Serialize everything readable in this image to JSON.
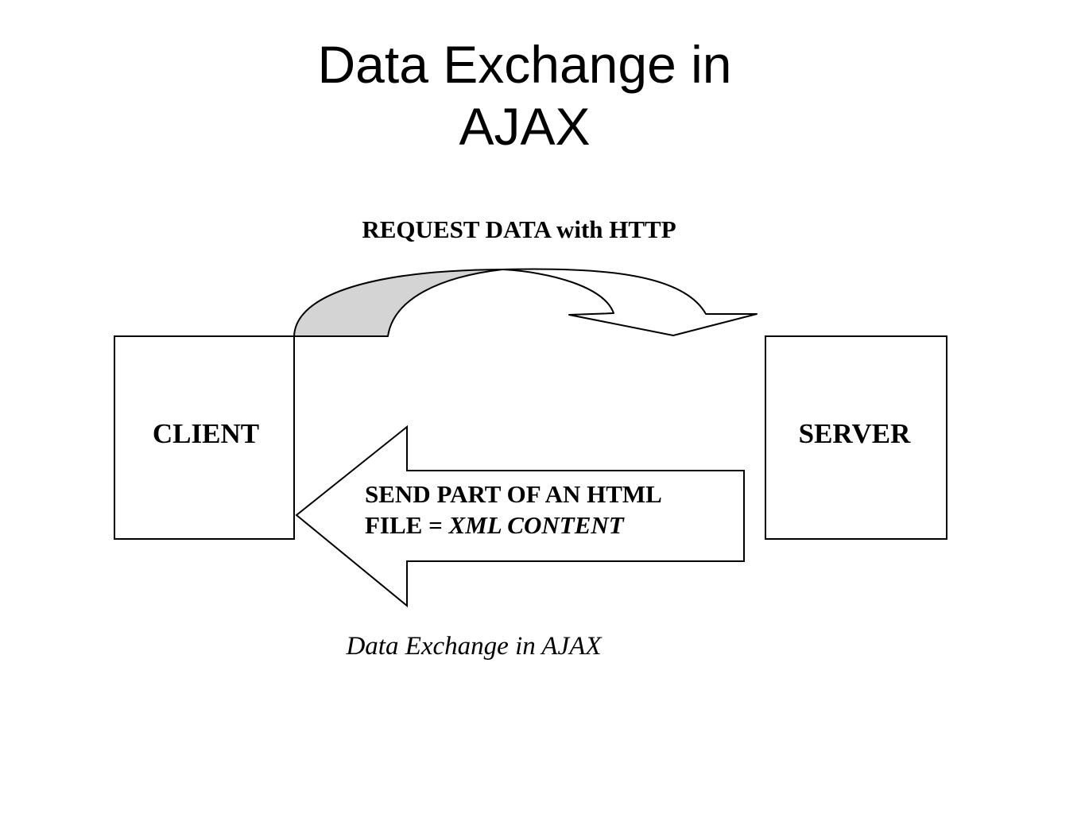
{
  "slide": {
    "title_line1": "Data Exchange in",
    "title_line2": "AJAX"
  },
  "diagram": {
    "request_label": "REQUEST DATA with HTTP",
    "client_label": "CLIENT",
    "server_label": "SERVER",
    "response_line1": "SEND PART OF AN HTML",
    "response_line2_prefix": "FILE = ",
    "response_line2_italic": "XML CONTENT",
    "caption": "Data Exchange in AJAX"
  },
  "colors": {
    "stroke": "#000000",
    "arrow_shade": "#d4d4d4",
    "background": "#ffffff"
  }
}
